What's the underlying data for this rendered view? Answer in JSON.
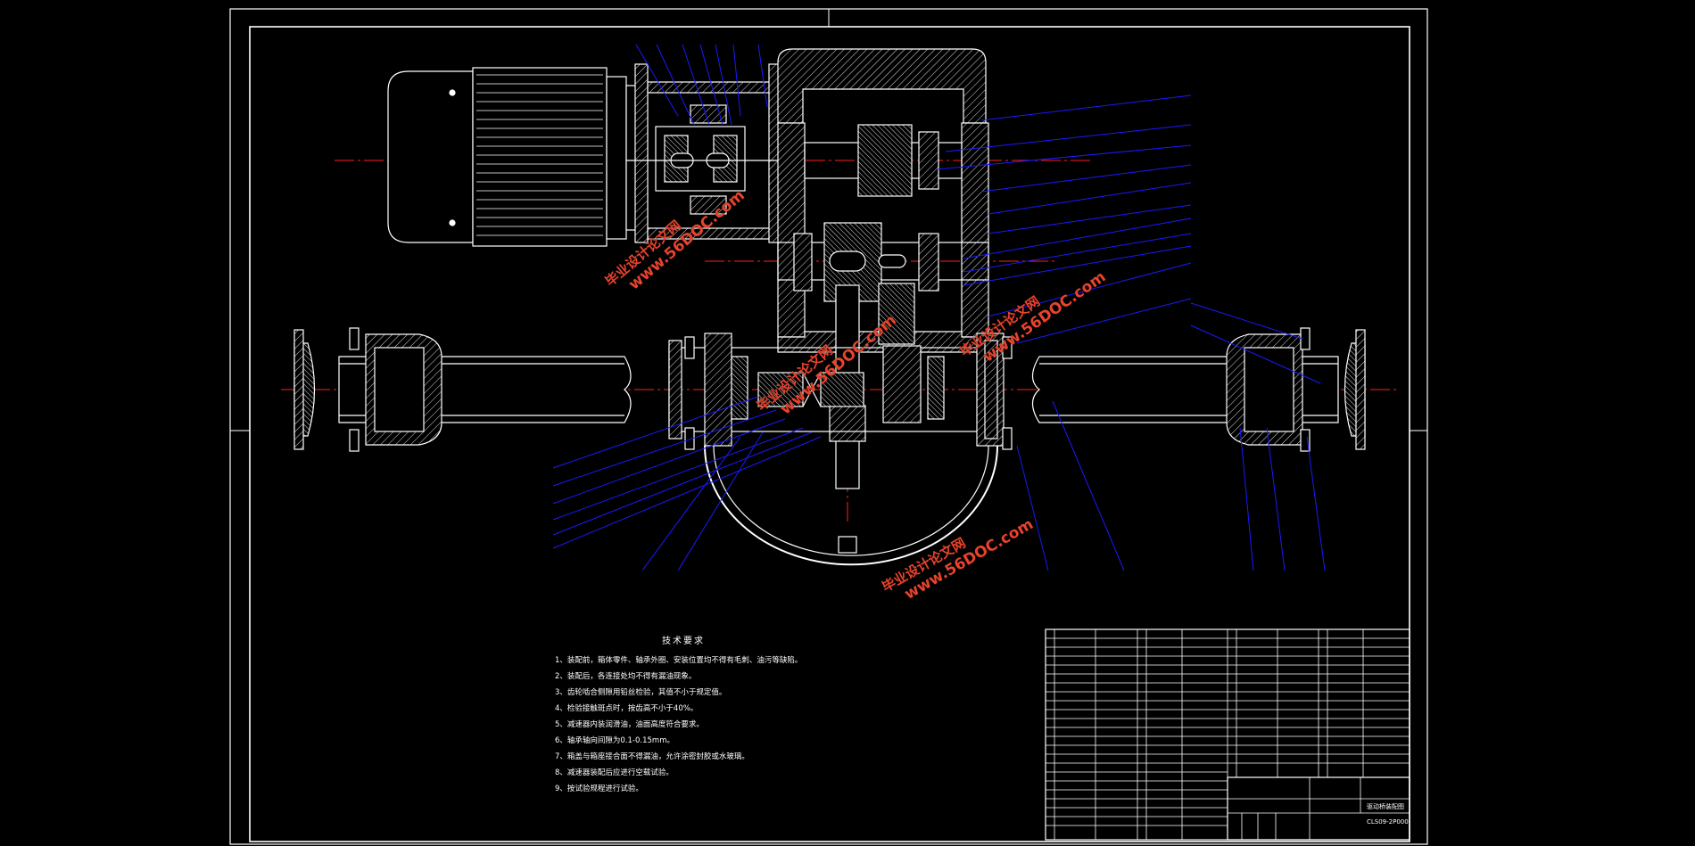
{
  "tech_requirements": {
    "title": "技术要求",
    "items": [
      "1、装配前，箱体零件、轴承外圈、安装位置均不得有毛刺、油污等缺陷。",
      "2、装配后，各连接处均不得有漏油现象。",
      "3、齿轮啮合侧隙用铅丝检验，其值不小于规定值。",
      "4、检验接触斑点时，按齿高不小于40%。",
      "5、减速器内装润滑油，油面高度符合要求。",
      "6、轴承轴向间隙为0.1-0.15mm。",
      "7、箱盖与箱座接合面不得漏油，允许涂密封胶或水玻璃。",
      "8、减速器装配后应进行空载试验。",
      "9、按试验规程进行试验。"
    ]
  },
  "watermarks": [
    {
      "line1": "毕业设计论文网",
      "line2": "www.56DOC.com"
    },
    {
      "line1": "毕业设计论文网",
      "line2": "www.56DOC.com"
    },
    {
      "line1": "毕业设计论文网",
      "line2": "www.56DOC.com"
    },
    {
      "line1": "毕业设计论文网",
      "line2": "www.56DOC.com"
    }
  ],
  "title_block": {
    "drawing_number": "CLS09-2P000",
    "drawing_name": "驱动桥装配图"
  },
  "colors": {
    "background": "#000000",
    "outline": "#ffffff",
    "leader": "#1a1aff",
    "centerline": "#ff2020",
    "watermark": "#e8432c"
  }
}
